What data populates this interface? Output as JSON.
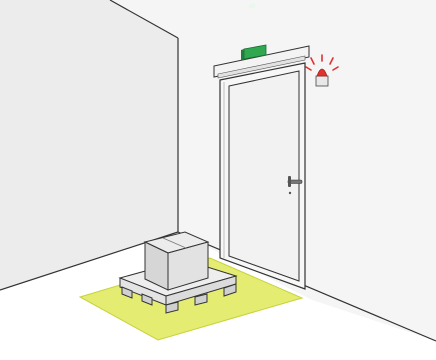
{
  "scene": {
    "colors": {
      "background": "#ffffff",
      "wall_line": "#222222",
      "back_wall": "#f2f2f2",
      "left_wall": "#e6e6e6",
      "floor": "#ffffff",
      "door_frame": "#f7f7f7",
      "door_leaf": "#f4f4f4",
      "exit_sign": "#2fa84f",
      "alarm_light": "#e0312f",
      "floor_zone": "#d9e84a",
      "pallet": "#e3e3e3",
      "box": "#dcdcdc"
    },
    "objects": [
      "exit-sign",
      "door-closer-header",
      "door",
      "door-handle",
      "warning-beacon",
      "floor-marking-zone",
      "pallet",
      "box"
    ]
  }
}
